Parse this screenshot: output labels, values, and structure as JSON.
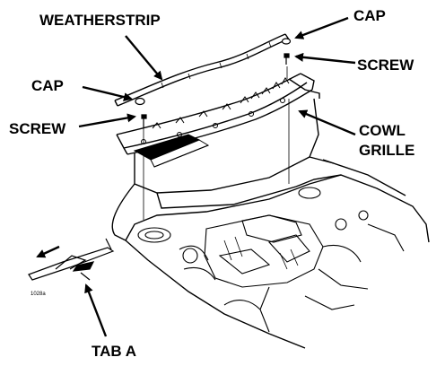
{
  "labels": {
    "weatherstrip": "WEATHERSTRIP",
    "cap_top": "CAP",
    "screw_top": "SCREW",
    "cap_left": "CAP",
    "screw_left": "SCREW",
    "cowl_line1": "COWL",
    "cowl_line2": "GRILLE",
    "tab_a": "TAB A",
    "figure_code": "1028a"
  },
  "colors": {
    "ink": "#000000",
    "background": "#ffffff"
  }
}
